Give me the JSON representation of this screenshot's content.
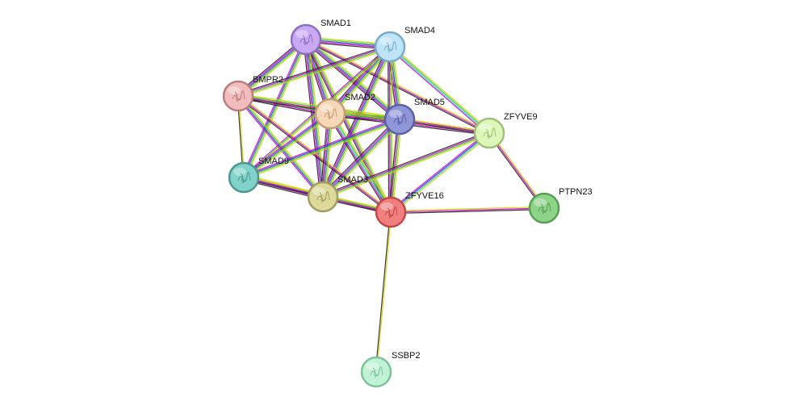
{
  "network": {
    "nodes": [
      {
        "id": "SMAD1",
        "label": "SMAD1",
        "color": "#c9a9f2",
        "stroke": "#8d6fc0"
      },
      {
        "id": "SMAD4",
        "label": "SMAD4",
        "color": "#bfe4f8",
        "stroke": "#7aa9c9"
      },
      {
        "id": "BMPR2",
        "label": "BMPR2",
        "color": "#f2bcbc",
        "stroke": "#b97f7f"
      },
      {
        "id": "SMAD2",
        "label": "SMAD2",
        "color": "#f6d7b8",
        "stroke": "#c49d77"
      },
      {
        "id": "SMAD5",
        "label": "SMAD5",
        "color": "#8f97d8",
        "stroke": "#5a61a8"
      },
      {
        "id": "ZFYVE9",
        "label": "ZFYVE9",
        "color": "#ddf7b8",
        "stroke": "#9fbf7a"
      },
      {
        "id": "SMAD9",
        "label": "SMAD9",
        "color": "#7fd3cb",
        "stroke": "#4c9890"
      },
      {
        "id": "SMAD3",
        "label": "SMAD3",
        "color": "#dcd99a",
        "stroke": "#a09d5e"
      },
      {
        "id": "ZFYVE16",
        "label": "ZFYVE16",
        "color": "#f27f7f",
        "stroke": "#c04848"
      },
      {
        "id": "PTPN23",
        "label": "PTPN23",
        "color": "#8fd38a",
        "stroke": "#56a050"
      },
      {
        "id": "SSBP2",
        "label": "SSBP2",
        "color": "#c2f2d6",
        "stroke": "#7ec29a"
      }
    ],
    "edges": [
      {
        "a": "SMAD1",
        "b": "SMAD4",
        "colors": [
          "#d4d400",
          "#33cc33",
          "#3333cc",
          "#cc00cc",
          "#222222"
        ]
      },
      {
        "a": "SMAD1",
        "b": "BMPR2",
        "colors": [
          "#d4d400",
          "#33cc33",
          "#3333cc",
          "#cc00cc",
          "#222222"
        ]
      },
      {
        "a": "SMAD1",
        "b": "SMAD2",
        "colors": [
          "#d4d400",
          "#33cc33",
          "#3333cc",
          "#cc00cc",
          "#222222"
        ]
      },
      {
        "a": "SMAD1",
        "b": "SMAD5",
        "colors": [
          "#d4d400",
          "#33cc33",
          "#3333cc",
          "#cc00cc",
          "#222222"
        ]
      },
      {
        "a": "SMAD1",
        "b": "ZFYVE9",
        "colors": [
          "#d4d400",
          "#cc00cc",
          "#222222"
        ]
      },
      {
        "a": "SMAD1",
        "b": "SMAD9",
        "colors": [
          "#d4d400",
          "#33cc33",
          "#3333cc",
          "#cc00cc"
        ]
      },
      {
        "a": "SMAD1",
        "b": "SMAD3",
        "colors": [
          "#d4d400",
          "#33cc33",
          "#3333cc",
          "#cc00cc",
          "#222222"
        ]
      },
      {
        "a": "SMAD1",
        "b": "ZFYVE16",
        "colors": [
          "#d4d400",
          "#33cc33",
          "#cc00cc",
          "#222222"
        ]
      },
      {
        "a": "SMAD4",
        "b": "BMPR2",
        "colors": [
          "#d4d400",
          "#33cc33",
          "#cc00cc",
          "#222222"
        ]
      },
      {
        "a": "SMAD4",
        "b": "SMAD2",
        "colors": [
          "#d4d400",
          "#33cc33",
          "#3333cc",
          "#cc00cc",
          "#222222"
        ]
      },
      {
        "a": "SMAD4",
        "b": "SMAD5",
        "colors": [
          "#d4d400",
          "#33cc33",
          "#3333cc",
          "#cc00cc",
          "#222222"
        ]
      },
      {
        "a": "SMAD4",
        "b": "ZFYVE9",
        "colors": [
          "#d4d400",
          "#33cc33",
          "#33cccc",
          "#cc00cc"
        ]
      },
      {
        "a": "SMAD4",
        "b": "SMAD9",
        "colors": [
          "#d4d400",
          "#33cc33",
          "#cc00cc"
        ]
      },
      {
        "a": "SMAD4",
        "b": "SMAD3",
        "colors": [
          "#d4d400",
          "#33cc33",
          "#3333cc",
          "#cc00cc",
          "#222222"
        ]
      },
      {
        "a": "SMAD4",
        "b": "ZFYVE16",
        "colors": [
          "#d4d400",
          "#33cc33",
          "#cc00cc",
          "#222222"
        ]
      },
      {
        "a": "BMPR2",
        "b": "SMAD2",
        "colors": [
          "#d4d400",
          "#33cc33",
          "#cc00cc",
          "#222222"
        ]
      },
      {
        "a": "BMPR2",
        "b": "SMAD5",
        "colors": [
          "#d4d400",
          "#33cc33",
          "#cc00cc",
          "#222222"
        ]
      },
      {
        "a": "BMPR2",
        "b": "SMAD9",
        "colors": [
          "#d4d400",
          "#222222"
        ]
      },
      {
        "a": "BMPR2",
        "b": "SMAD3",
        "colors": [
          "#d4d400",
          "#33cc33",
          "#3333cc",
          "#cc00cc"
        ]
      },
      {
        "a": "BMPR2",
        "b": "ZFYVE16",
        "colors": [
          "#d4d400",
          "#cc00cc",
          "#222222"
        ]
      },
      {
        "a": "SMAD2",
        "b": "SMAD5",
        "colors": [
          "#d4d400",
          "#33cc33",
          "#3333cc",
          "#cc00cc",
          "#222222"
        ]
      },
      {
        "a": "SMAD2",
        "b": "ZFYVE9",
        "colors": [
          "#d4d400",
          "#33cc33",
          "#cc00cc",
          "#222222"
        ]
      },
      {
        "a": "SMAD2",
        "b": "SMAD9",
        "colors": [
          "#d4d400",
          "#33cc33",
          "#3333cc",
          "#cc00cc"
        ]
      },
      {
        "a": "SMAD2",
        "b": "SMAD3",
        "colors": [
          "#d4d400",
          "#33cc33",
          "#3333cc",
          "#cc00cc",
          "#222222"
        ]
      },
      {
        "a": "SMAD2",
        "b": "ZFYVE16",
        "colors": [
          "#d4d400",
          "#33cc33",
          "#33cccc",
          "#cc00cc",
          "#222222"
        ]
      },
      {
        "a": "SMAD5",
        "b": "ZFYVE9",
        "colors": [
          "#d4d400",
          "#cc00cc",
          "#222222"
        ]
      },
      {
        "a": "SMAD5",
        "b": "SMAD9",
        "colors": [
          "#d4d400",
          "#33cc33",
          "#3333cc",
          "#cc00cc"
        ]
      },
      {
        "a": "SMAD5",
        "b": "SMAD3",
        "colors": [
          "#d4d400",
          "#33cc33",
          "#3333cc",
          "#cc00cc",
          "#222222"
        ]
      },
      {
        "a": "SMAD5",
        "b": "ZFYVE16",
        "colors": [
          "#d4d400",
          "#33cc33",
          "#cc00cc",
          "#222222"
        ]
      },
      {
        "a": "ZFYVE9",
        "b": "SMAD3",
        "colors": [
          "#d4d400",
          "#33cc33",
          "#cc00cc",
          "#222222"
        ]
      },
      {
        "a": "ZFYVE9",
        "b": "ZFYVE16",
        "colors": [
          "#d4d400",
          "#33cccc",
          "#3333cc",
          "#cc00cc"
        ]
      },
      {
        "a": "ZFYVE9",
        "b": "PTPN23",
        "colors": [
          "#d4d400",
          "#cc00cc",
          "#222222"
        ]
      },
      {
        "a": "SMAD9",
        "b": "SMAD3",
        "colors": [
          "#d4d400",
          "#33cc33",
          "#3333cc",
          "#cc00cc",
          "#222222"
        ]
      },
      {
        "a": "SMAD9",
        "b": "ZFYVE16",
        "colors": [
          "#d4d400",
          "#cc00cc",
          "#222222"
        ]
      },
      {
        "a": "SMAD3",
        "b": "ZFYVE16",
        "colors": [
          "#d4d400",
          "#33cc33",
          "#cc00cc",
          "#222222"
        ]
      },
      {
        "a": "ZFYVE16",
        "b": "PTPN23",
        "colors": [
          "#d4d400",
          "#cc00cc",
          "#222222"
        ]
      },
      {
        "a": "ZFYVE16",
        "b": "SSBP2",
        "colors": [
          "#d4d400",
          "#222222"
        ]
      }
    ]
  }
}
